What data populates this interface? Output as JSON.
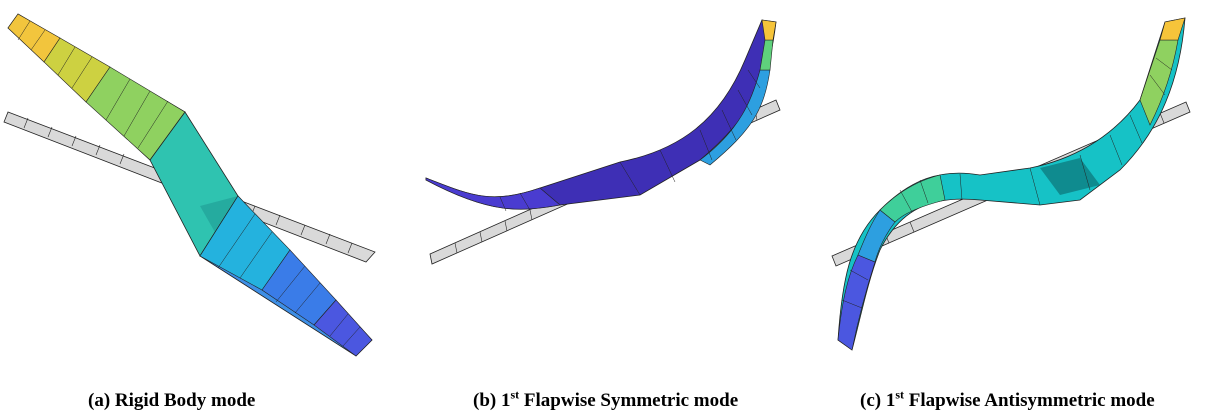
{
  "panels": [
    {
      "id": "a",
      "caption": {
        "prefix": "(a) Rigid Body mode",
        "sup": "",
        "suffix": ""
      },
      "colors": {
        "tip": "#f6d13a",
        "mid": "#2bc3b4",
        "low": "#4b57e0"
      }
    },
    {
      "id": "b",
      "caption": {
        "prefix": "(b) 1",
        "sup": "st",
        "suffix": " Flapwise Symmetric mode"
      },
      "colors": {
        "tip": "#f6c43a",
        "mid": "#2d9fe0",
        "low": "#3e2fb5"
      }
    },
    {
      "id": "c",
      "caption": {
        "prefix": "(c) 1",
        "sup": "st",
        "suffix": " Flapwise Antisymmetric mode"
      },
      "colors": {
        "tip": "#f6c43a",
        "mid": "#16c2c6",
        "low": "#4b57e0"
      }
    }
  ],
  "undeformed_color": "#d9d9d9"
}
